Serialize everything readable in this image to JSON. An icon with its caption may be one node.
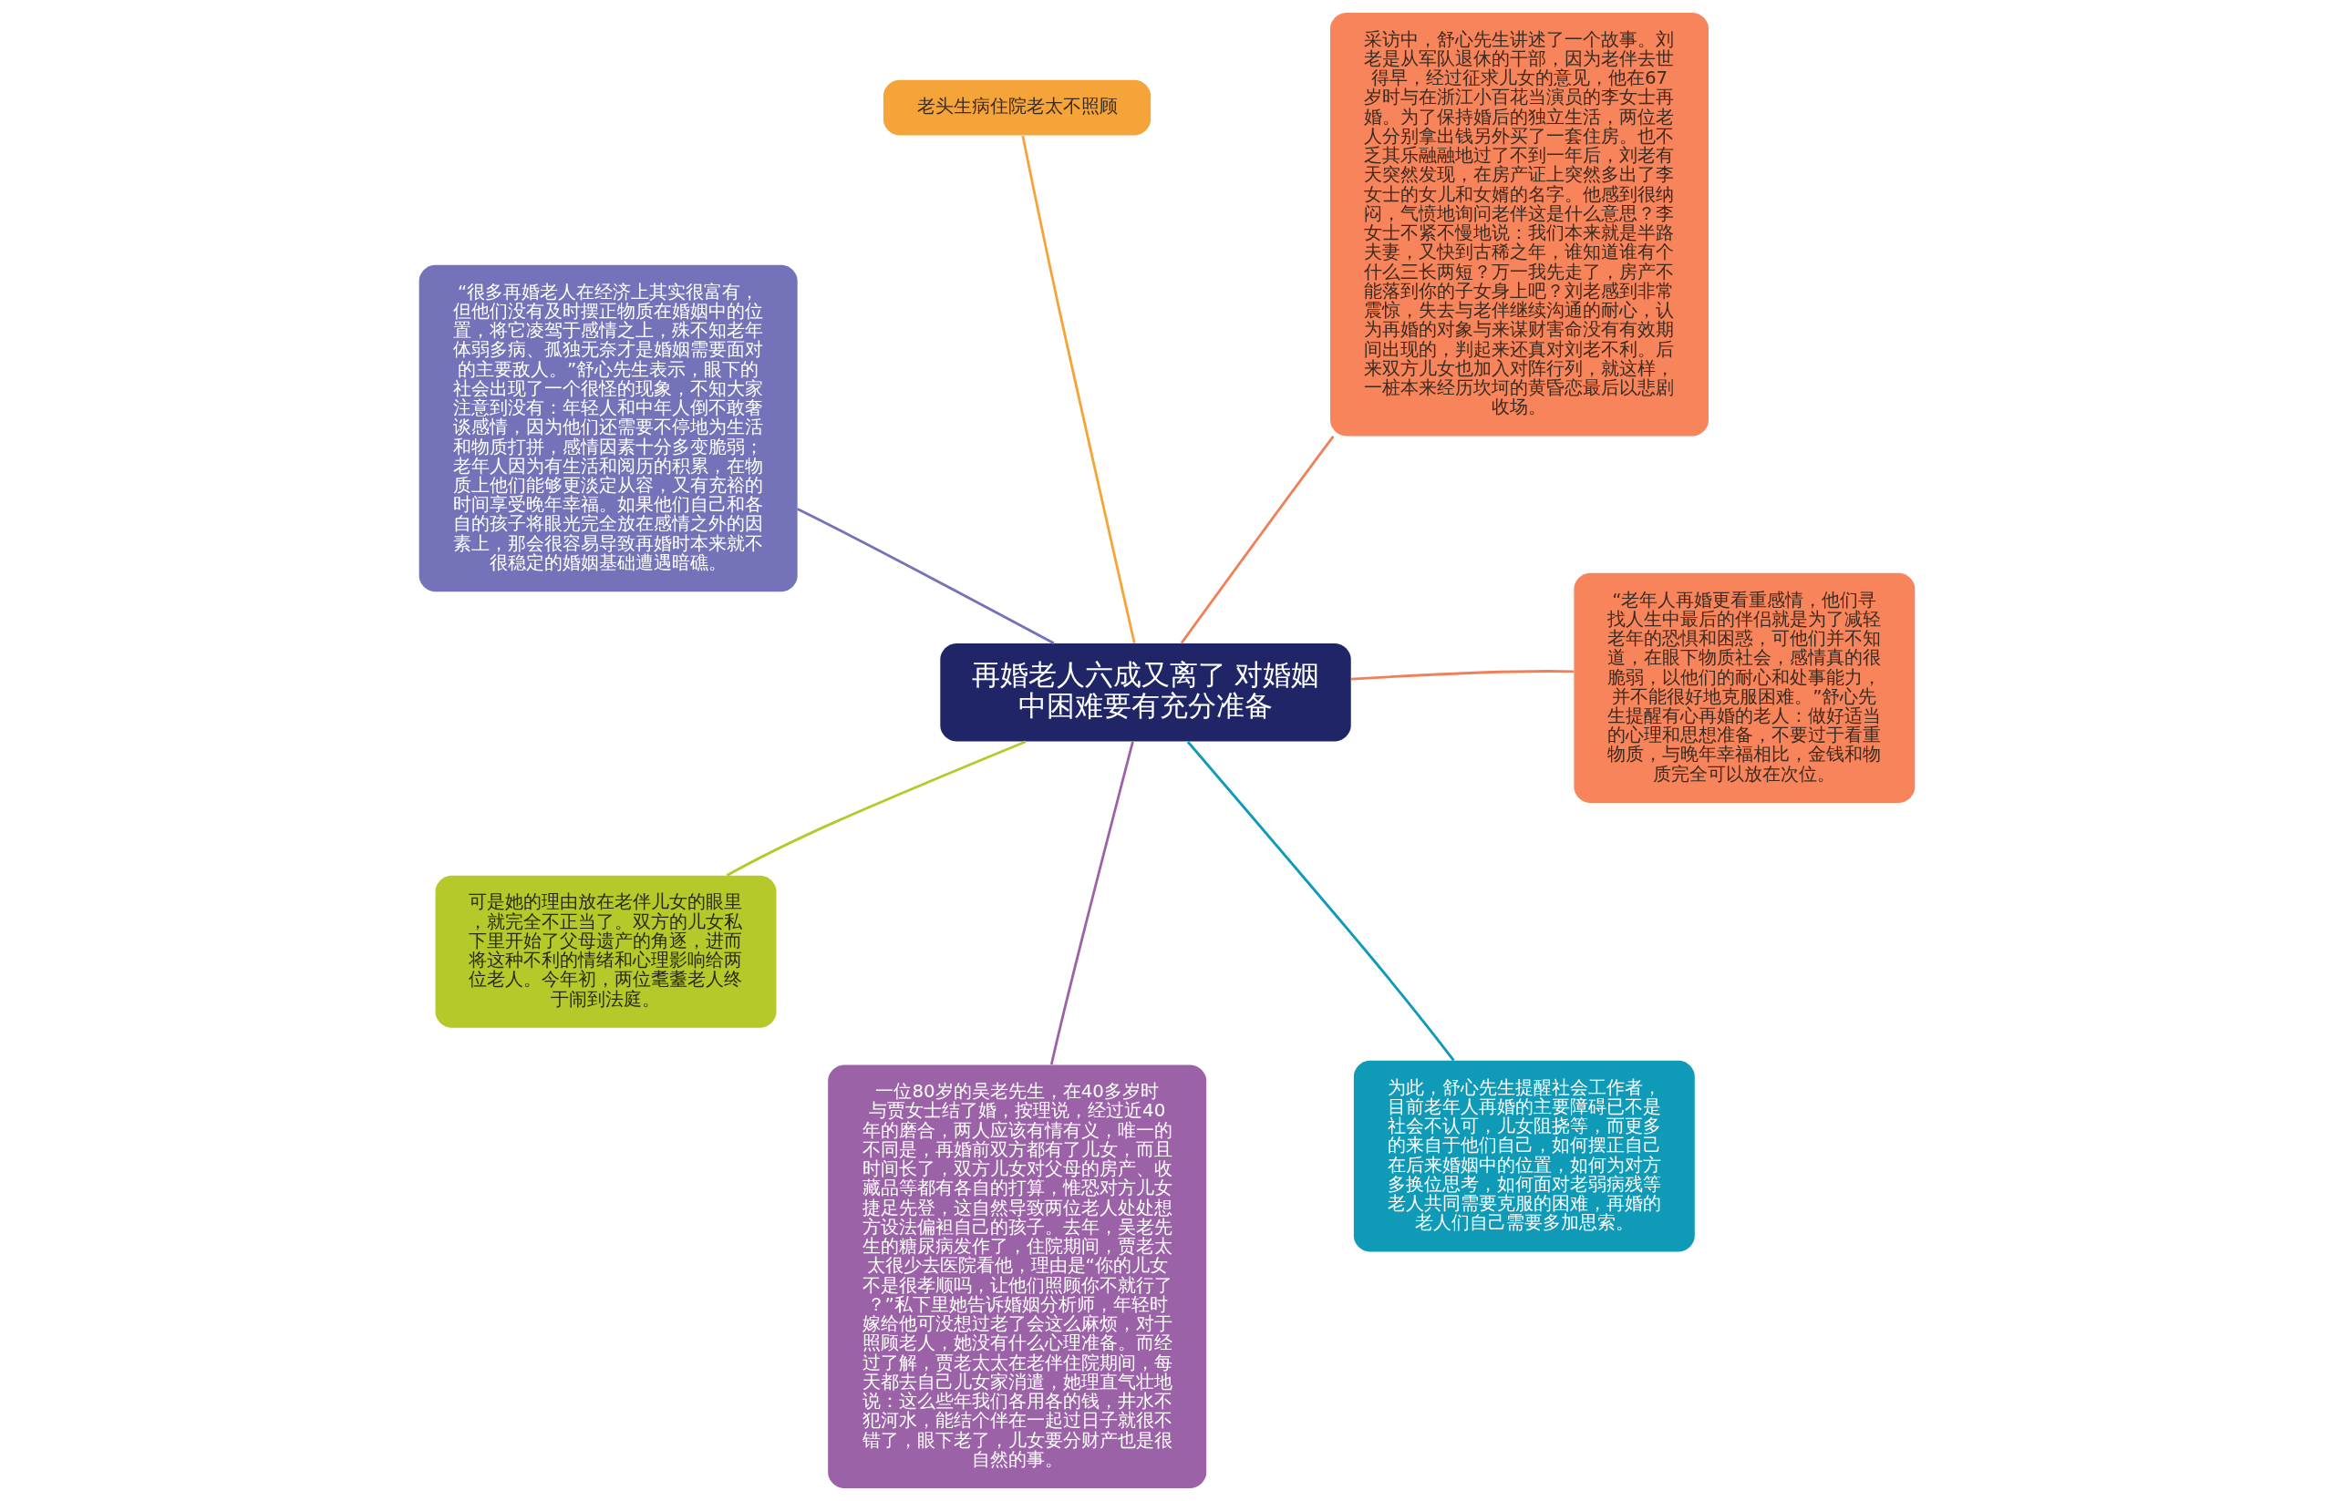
{
  "diagram": {
    "nodes": [
      {
        "text": [
          "再婚老人六成又离了 对婚姻中困难要有充分准备"
        ]
      },
      {
        "text": [
          "“老年人再婚更看重感情，他们寻找人生中最后的伴侣就是为了减轻老年的恐惧和困惑，可他们并不知道，在眼下物质社会，感情真的很脆弱，以他们的耐心和处事能力，并不能很好地克服困难。”舒心先生提醒有心再婚的老人：做好适当的心理和思想准备，不要过于看重物质，与晚年幸福相比，金钱和物质完全可以放在次位。"
        ]
      },
      {
        "text": [
          "一位80岁的吴老先生，在40多岁时与贾女士结了婚，按理说，经过近40年的磨合，两人应该有情有义，唯一的不同是，再婚前双方都有了儿女，而且时间长了，双方儿女对父母的房产、收藏品等都有各自的打算，惟恐对方儿女捷足先登，这自然导致两位老人处处想方设法偏袒自己的孩子。去年，吴老先生的糖尿病发作了，住院期间，贾老太太很少去医院看他，理由是“你的儿女不是很孝顺吗，让他们照顾你不就行了？”私下里她告诉婚姻分析师，年轻时嫁给他可没想过老了会这么麻烦，对于照顾老人，她没有什么心理准备。而经过了解，贾老太太在老伴住院期间，每天都去自己儿女家消遣，她理直气壮地说：这么些年我们各用各的钱，井水不犯河水，能结个伴在一起过日子就很不错了，眼下老了，儿女要分财产也是很自然的事。"
        ]
      },
      {
        "text": [
          "“很多再婚老人在经济上其实很富有，但他们没有及时摆正物质在婚姻中的位置，将它凌驾于感情之上，殊不知老年体弱多病、孤独无奈才是婚姻需要面对的主要敌人。”舒心先生表示，眼下的社会出现了一个很怪的现象，不知大家注意到没有：年轻人和中年人倒不敢奢谈感情，因为他们还需要不停地为生活和物质打拼，感情因素十分多变脆弱；老年人因为有生活和阅历的积累，在物质上他们能够更淡定从容，又有充裕的时间享受晚年幸福。如果他们自己和各自的孩子将眼光完全放在感情之外的因素上，那会很容易导致再婚时本来就不很稳定的婚姻基础遭遇暗礁。"
        ]
      },
      {
        "text": [
          "采访中，舒心先生讲述了一个故事。刘老是从军队退休的干部，因为老伴去世得早，经过征求儿女的意见，他在67岁时与在浙江小百花当演员的李女士再婚。为了保持婚后的独立生活，两位老人分别拿出钱另外买了一套住房。也不乏其乐融融地过了不到一年后，刘老有天突然发现，在房产证上突然多出了李女士的女儿和女婿的名字。他感到很纳闷，气愤地询问老伴这是什么意思？李女士不紧不慢地说：我们本来就是半路夫妻，又快到古稀之年，谁知道谁有个什么三长两短？万一我先走了，房产不能落到你的子女身上吧？刘老感到非常震惊，失去与老伴继续沟通的耐心，认为再婚的对象与来谋财害命没有有效期间出现的，判起来还真对刘老不利。后来双方儿女也加入对阵行列，就这样，一桩本来经历坎坷的黄昏恋最后以悲剧收场。"
        ]
      },
      {
        "text": [
          "老头生病住院老太不照顾"
        ]
      },
      {
        "text": [
          "可是她的理由放在老伴儿女的眼里，就完全不正当了。双方的儿女私下里开始了父母遗产的角逐，进而将这种不利的情绪和心理影响给两位老人。今年初，两位耄耋老人终于闹到法庭。"
        ]
      },
      {
        "text": [
          "为此，舒心先生提醒社会工作者，目前老年人再婚的主要障碍已不是社会不认可，儿女阻挠等，而更多的来自于他们自己，如何摆正自己在后来婚姻中的位置，如何为对方多换位思考，如何面对老弱病残等老人共同需要克服的困难，再婚的老人们自己需要多加思索。"
        ]
      }
    ],
    "edges": [
      {
        "from": 0,
        "to": 1,
        "arrow": "none",
        "color": "#f0805a"
      },
      {
        "from": 0,
        "to": 2,
        "arrow": "none",
        "color": "#9c62a8"
      },
      {
        "from": 0,
        "to": 3,
        "arrow": "none",
        "color": "#7472b8"
      },
      {
        "from": 0,
        "to": 4,
        "arrow": "none",
        "color": "#f0805a"
      },
      {
        "from": 0,
        "to": 5,
        "arrow": "none",
        "color": "#f5a43a"
      },
      {
        "from": 0,
        "to": 6,
        "arrow": "none",
        "color": "#b5c92a"
      },
      {
        "from": 0,
        "to": 7,
        "arrow": "none",
        "color": "#0f9ab8"
      }
    ]
  }
}
